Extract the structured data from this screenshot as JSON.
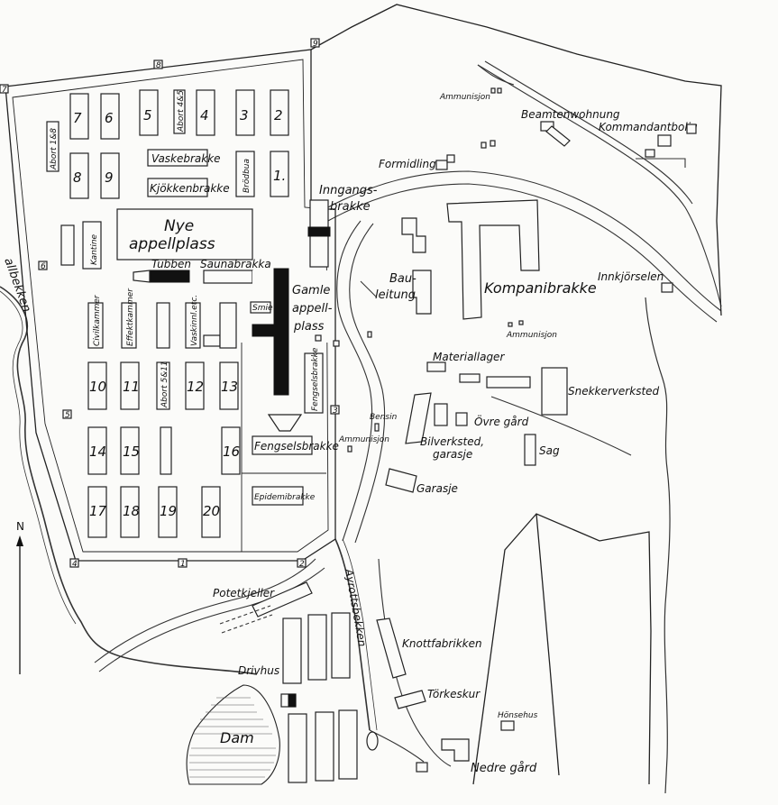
{
  "map": {
    "north_label": "N",
    "streams": {
      "west": "allbekken",
      "south": "Ayrottsbekken"
    },
    "areas": {
      "new_square": [
        "Nye",
        "appellplass"
      ],
      "old_square": [
        "Gamle",
        "appell-",
        "plass"
      ]
    },
    "barracks_numbers": [
      "1.",
      "2",
      "3",
      "4",
      "5",
      "6",
      "7",
      "8",
      "9",
      "10",
      "11",
      "12",
      "13",
      "14",
      "15",
      "16",
      "17",
      "18",
      "19",
      "20"
    ],
    "camp_buildings": {
      "latrine_1": "Abort 1&8",
      "latrine_2": "Abort 4&5",
      "latrine_3": "Abort 5&11",
      "washhouse": "Vaskebrakke",
      "kitchen": "Kjökkenbrakke",
      "bread": "Brödbua",
      "canteen": "Kantine",
      "tub": "Tubben",
      "sauna": "Saunabrakka",
      "civil_chamber": "Civilkammer",
      "effects_chamber": "Effektkammer",
      "laundry": "Vaskinnl.etc.",
      "smithy": "Smie",
      "prison_1": "Fengselsbrakke",
      "prison_2": "Fengselsbrakke",
      "epidemic": "Epidemibrakke"
    },
    "outside_buildings": {
      "entrance_1": "Inngangs-",
      "entrance_2": "brakke",
      "formidling": "Formidling",
      "ammo_1": "Ammunisjon",
      "ammo_2": "Ammunisjon",
      "ammo_3": "Ammunisjon",
      "officials": "Beamtenwohnung",
      "commandant": "Kommandantbolig",
      "bauleitung_1": "Bau-",
      "bauleitung_2": "leitung",
      "company": "Kompanibrakke",
      "entry_gate": "Innkjörselen",
      "materials": "Materiallager",
      "carpentry": "Snekkerverksted",
      "fuel": "Bensin",
      "upper_farm": "Övre gård",
      "garage_shop_1": "Bilverksted,",
      "garage_shop_2": "garasje",
      "sawmill": "Sag",
      "garage": "Garasje",
      "potato_cellar": "Potetkjeller",
      "greenhouse": "Drivhus",
      "dam": "Dam",
      "button_factory": "Knottfabrikken",
      "drying_shed": "Törkeskur",
      "henhouse": "Hönsehus",
      "lower_farm": "Nedre gård"
    },
    "fence_markers": [
      "1",
      "2",
      "3",
      "4",
      "5",
      "6",
      "7",
      "8",
      "9"
    ]
  }
}
